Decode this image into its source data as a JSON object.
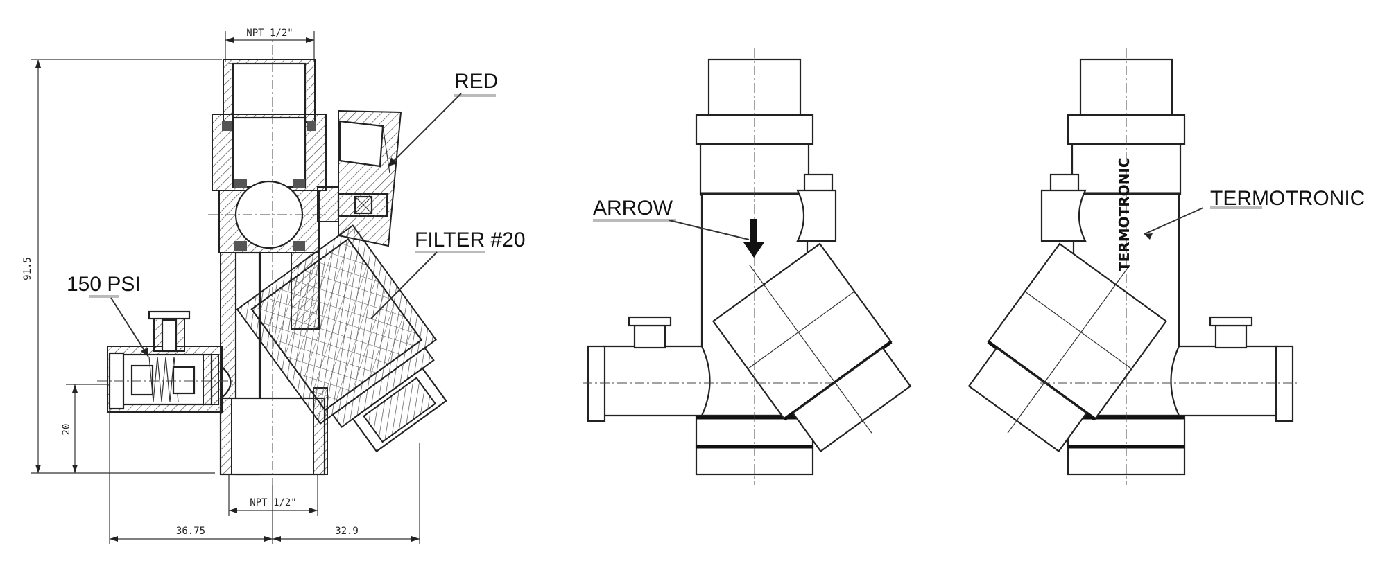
{
  "section_view": {
    "dimensions": {
      "top_thread": "NPT 1/2\"",
      "bottom_thread": "NPT 1/2\"",
      "overall_height": "91.5",
      "side_height": "20",
      "left_width": "36.75",
      "right_width": "32.9"
    },
    "callouts": {
      "red": "RED",
      "filter": "FILTER #20",
      "psi": "150 PSI"
    }
  },
  "front_view": {
    "callouts": {
      "arrow": "ARROW"
    }
  },
  "back_view": {
    "callouts": {
      "termotronic": "TERMOTRONIC"
    },
    "body_marking": "TERMOTRONIC"
  }
}
